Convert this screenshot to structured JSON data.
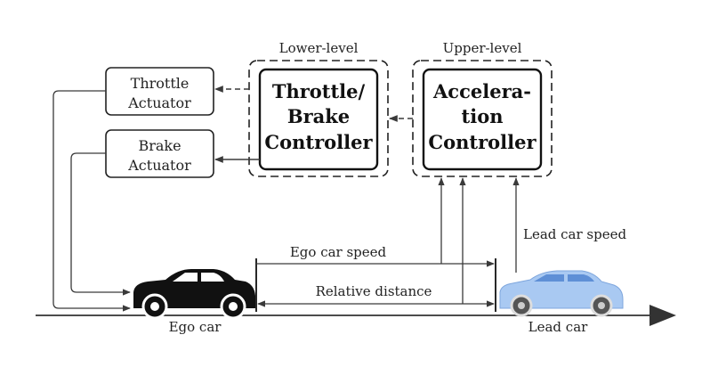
{
  "groups": {
    "lower": {
      "label": "Lower-level"
    },
    "upper": {
      "label": "Upper-level"
    }
  },
  "boxes": {
    "throttle_actuator": {
      "line1": "Throttle",
      "line2": "Actuator"
    },
    "brake_actuator": {
      "line1": "Brake",
      "line2": "Actuator"
    },
    "throttle_brake_controller": {
      "line1": "Throttle/",
      "line2": "Brake",
      "line3": "Controller"
    },
    "acceleration_controller": {
      "line1": "Accelera-",
      "line2": "tion",
      "line3": "Controller"
    }
  },
  "signals": {
    "ego_speed": "Ego car speed",
    "relative_distance": "Relative distance",
    "lead_speed": "Lead car speed"
  },
  "cars": {
    "ego": {
      "label": "Ego car",
      "color": "#111111"
    },
    "lead": {
      "label": "Lead car",
      "color": "#a9c9f2"
    }
  },
  "colors": {
    "line": "#3a3a3a",
    "dash": "#222222"
  }
}
